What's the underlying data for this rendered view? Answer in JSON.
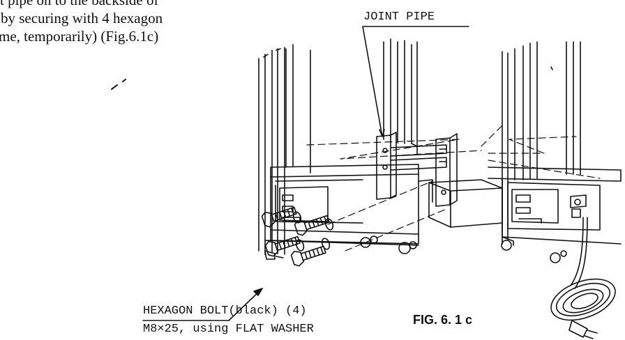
{
  "intro_lines": [
    "t pipe on to the backside of",
    "by securing with 4 hexagon",
    "me, temporarily) (Fig.6.1c)"
  ],
  "labels": {
    "joint_pipe": "JOINT PIPE",
    "bolt_line1": "HEXAGON BOLT(black) (4)",
    "bolt_line2": "M8×25, using FLAT WASHER",
    "figure": "FIG. 6. 1 c"
  }
}
